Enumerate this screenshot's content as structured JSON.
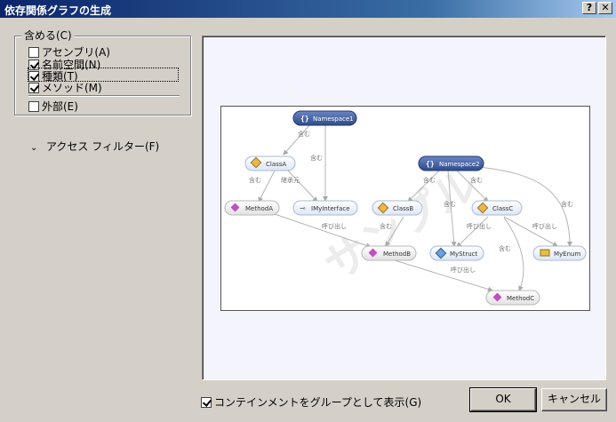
{
  "window": {
    "title": "依存関係グラフの生成",
    "help_label": "?",
    "close_label": "✕"
  },
  "include_group": {
    "legend": "含める(C)",
    "items": [
      {
        "label": "アセンブリ(A)",
        "checked": false
      },
      {
        "label": "名前空間(N)",
        "checked": true
      },
      {
        "label": "種類(T)",
        "checked": true
      },
      {
        "label": "メソッド(M)",
        "checked": true
      },
      {
        "label": "外部(E)",
        "checked": false
      }
    ]
  },
  "access_filter": {
    "label": "アクセス フィルター(F)",
    "expand_glyph": "⌄"
  },
  "preview": {
    "watermark": "サンプル",
    "nodes": {
      "namespace1": "Namespace1",
      "namespace2": "Namespace2",
      "classA": "ClassA",
      "classB": "ClassB",
      "classC": "ClassC",
      "methodA": "MethodA",
      "imyinterface": "IMyInterface",
      "methodB": "MethodB",
      "mystruct": "MyStruct",
      "myenum": "MyEnum",
      "methodC": "MethodC",
      "ns_glyph": "{}"
    },
    "edge_labels": {
      "contains": "含む",
      "inherits": "継承元",
      "calls": "呼び出し"
    }
  },
  "group_containment": {
    "label": "コンテインメントをグループとして表示(G)",
    "checked": true
  },
  "buttons": {
    "ok": "OK",
    "cancel": "キャンセル"
  },
  "colors": {
    "title_start": "#0a246a",
    "namespace_node": "#2f4a8a",
    "preview_bg": "#f4f4fc"
  }
}
